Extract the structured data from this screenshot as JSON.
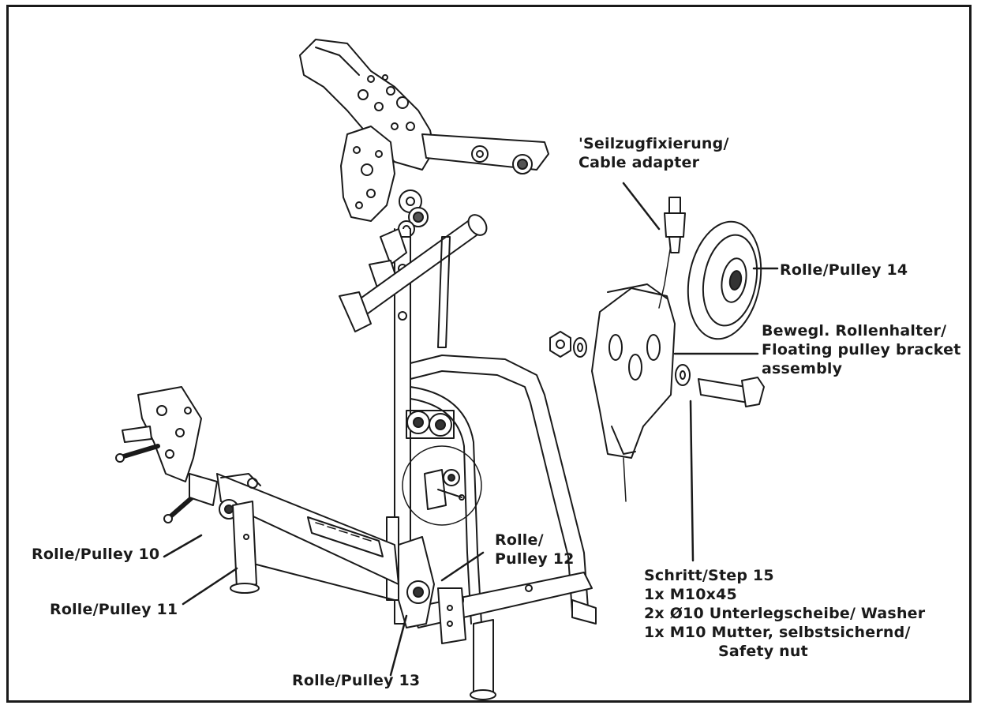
{
  "labels": {
    "cable_adapter": [
      "'Seilzugfixierung/",
      "Cable adapter"
    ],
    "pulley_14": "Rolle/Pulley 14",
    "floating_bracket": [
      "Bewegl. Rollenhalter/",
      "Floating pulley bracket",
      "assembly"
    ],
    "pulley_10": "Rolle/Pulley 10",
    "pulley_11": "Rolle/Pulley 11",
    "pulley_12": [
      "Rolle/",
      "Pulley 12"
    ],
    "pulley_13": "Rolle/Pulley 13",
    "step": {
      "title": "Schritt/Step 15",
      "items": [
        "1x M10x45",
        "2x Ø10 Unterlegscheibe/ Washer",
        "1x M10 Mutter, selbstsichernd/"
      ],
      "item_cont": "Safety nut"
    }
  },
  "colors": {
    "ink": "#1a1a1a",
    "paper": "#ffffff",
    "shade": "#bdbdbd"
  }
}
